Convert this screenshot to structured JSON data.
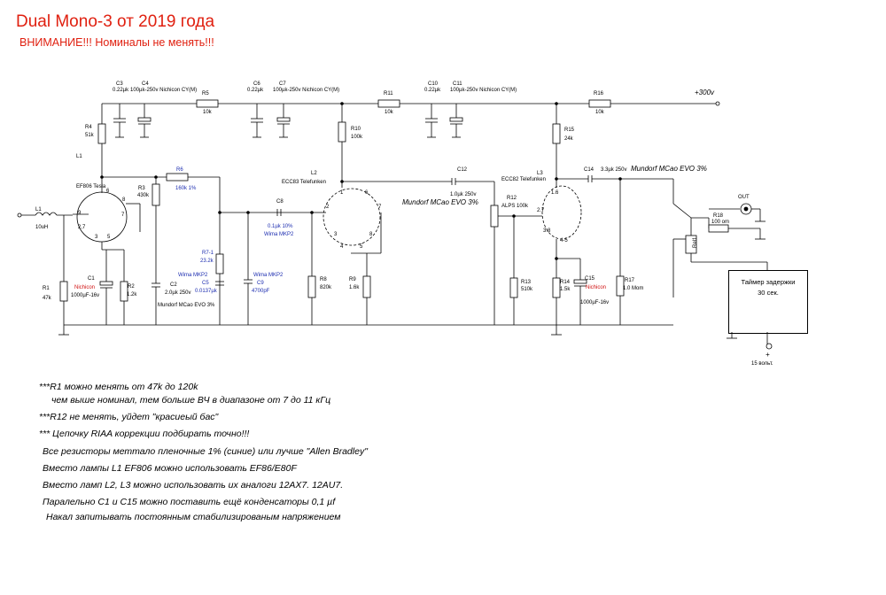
{
  "title": "Dual Mono-3 от 2019 года",
  "warning": "ВНИМАНИЕ!!! Номиналы не менять!!!",
  "supply": {
    "label": "+300v"
  },
  "tubes": {
    "L1": {
      "name": "L1",
      "type": "EF806 Tesla"
    },
    "L2": {
      "name": "L2",
      "type": "ECC83 Telefunken"
    },
    "L3": {
      "name": "L3",
      "type": "ECC82 Telefunken"
    }
  },
  "components": {
    "L1_coil": {
      "name": "L1",
      "value": "10uH"
    },
    "C3": {
      "name": "C3",
      "value": "0.22µk"
    },
    "C4": {
      "name": "C4",
      "value": "100µk-250v Nichicon CY(M)"
    },
    "R5": {
      "name": "R5",
      "value": "10k"
    },
    "C6": {
      "name": "C6",
      "value": "0.22µk"
    },
    "C7": {
      "name": "C7",
      "value": "100µk-250v Nichicon CY(M)"
    },
    "R11": {
      "name": "R11",
      "value": "10k"
    },
    "C10": {
      "name": "C10",
      "value": "0.22µk"
    },
    "C11": {
      "name": "C11",
      "value": "100µk-250v Nichicon CY(M)"
    },
    "R16": {
      "name": "R16",
      "value": "10k"
    },
    "R4": {
      "name": "R4",
      "value": "51k"
    },
    "R6": {
      "name": "R6",
      "value": "160k 1%"
    },
    "R3": {
      "name": "R3",
      "value": "430k"
    },
    "R10": {
      "name": "R10",
      "value": "100k"
    },
    "C12": {
      "name": "C12",
      "value": "1.0µk 250v"
    },
    "C12_brand": "Mundorf MCao EVO 3%",
    "R15": {
      "name": "R15",
      "value": "24k"
    },
    "C14": {
      "name": "C14",
      "value": "3.3µk 250v"
    },
    "C14_brand": "Mundorf MCao EVO 3%",
    "C8": {
      "name": "C8",
      "value": "0.1µk 10%",
      "brand": "Wima MKP2"
    },
    "R12": {
      "name": "R12",
      "value": "ALPS 100k"
    },
    "R7": {
      "name": "R7-1",
      "value": "23.2k"
    },
    "C5": {
      "name": "C5",
      "value": "0.0137µk",
      "brand": "Wima MKP2"
    },
    "C9": {
      "name": "C9",
      "value": "4700pF",
      "brand": "Wima MKP2"
    },
    "C2": {
      "name": "C2",
      "value": "2.0µk 250v",
      "brand": "Mundorf MCao EVO 3%"
    },
    "C1": {
      "name": "C1",
      "value": "1000µF-16v",
      "brand": "Nichicon"
    },
    "R1": {
      "name": "R1",
      "value": "47k"
    },
    "R2": {
      "name": "R2",
      "value": "1.2k"
    },
    "R8": {
      "name": "R8",
      "value": "820k"
    },
    "R9": {
      "name": "R9",
      "value": "1.6k"
    },
    "R13": {
      "name": "R13",
      "value": "510k"
    },
    "R14": {
      "name": "R14",
      "value": "1.5k"
    },
    "C15": {
      "name": "C15",
      "value": "1000µF-16v",
      "brand": "Nichicon"
    },
    "R17": {
      "name": "R17",
      "value": "1.0 Mom"
    },
    "R18": {
      "name": "R18",
      "value": "100 om"
    },
    "relay": {
      "name": "Rel1"
    },
    "out": {
      "label": "OUT"
    }
  },
  "pins": {
    "p9": "9",
    "p6": "6",
    "p8": "8",
    "p7": "7",
    "p3": "3",
    "p5": "5",
    "p27": "2,7",
    "p2": "2",
    "p4": "4",
    "l2p2": "2",
    "l2p6": "6",
    "l2p7": "7",
    "l2p1": "1",
    "l2p3": "3",
    "l2p8": "8",
    "l2p4": "4",
    "l2p5": "5",
    "l3p16": "1.6",
    "l3p27": "2.7",
    "l3p38": "3.8",
    "l3p45": "4-5"
  },
  "timer": {
    "line1": "Таймер задержки",
    "line2": "30 сек."
  },
  "power15": {
    "plus": "+",
    "label": "15 вольт."
  },
  "notes": [
    "***R1 можно менять от 47k до 120k",
    "чем выше номинал, тем больше ВЧ в диапазоне от 7 до 11 кГц",
    "***R12 не менять, уйдет \"красиеый бас\"",
    "*** Цепочку RIAA коррекции подбирать точно!!!",
    "Все резисторы меттало пленочные 1% (синие) или лучше \"Allen Bradley\"",
    "Вместо лампы L1 EF806 можно использовать EF86/E80F",
    "Вместо ламп L2, L3 можно использовать их аналоги 12AX7. 12AU7.",
    "Паралельно С1 и С15 можно поставить ещё конденсаторы 0,1 µf",
    "Накал запитывать постоянным стабилизированым напряжением"
  ]
}
